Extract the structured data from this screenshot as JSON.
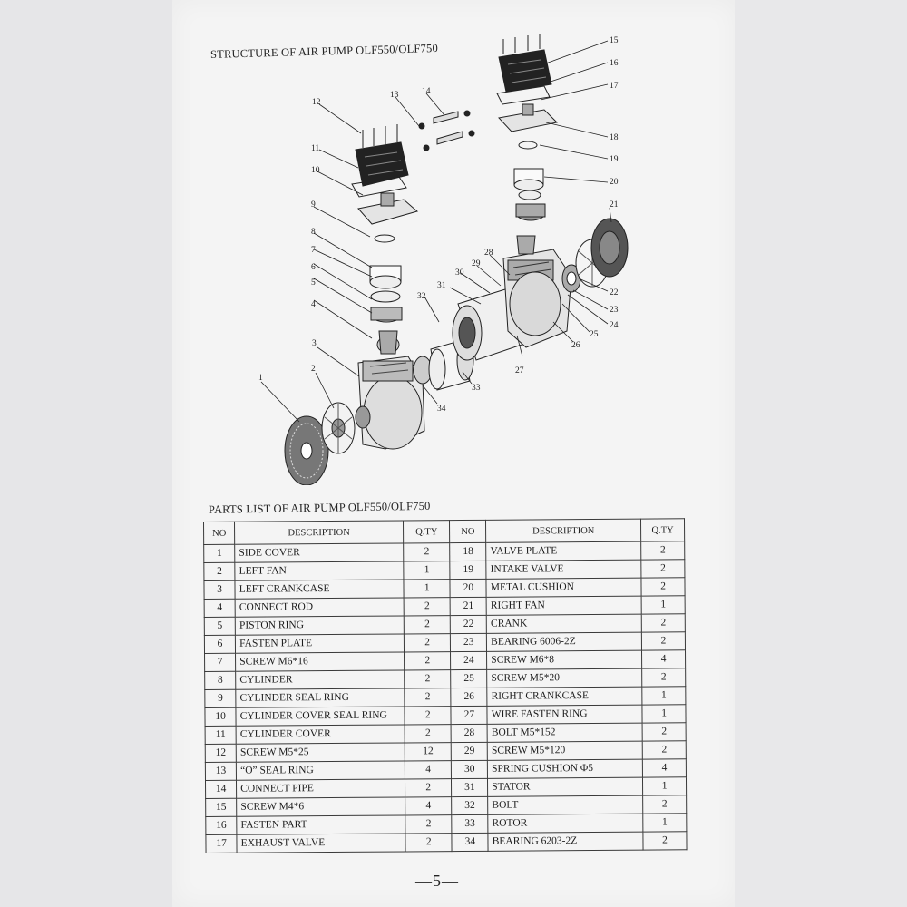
{
  "structure_title": "STRUCTURE OF AIR PUMP OLF550/OLF750",
  "parts_title": "PARTS LIST OF AIR PUMP OLF550/OLF750",
  "table": {
    "headers": [
      "NO",
      "DESCRIPTION",
      "Q.TY",
      "NO",
      "DESCRIPTION",
      "Q.TY"
    ],
    "rows": [
      {
        "no1": "1",
        "desc1": "SIDE COVER",
        "qty1": "2",
        "no2": "18",
        "desc2": "VALVE PLATE",
        "qty2": "2"
      },
      {
        "no1": "2",
        "desc1": "LEFT FAN",
        "qty1": "1",
        "no2": "19",
        "desc2": "INTAKE VALVE",
        "qty2": "2"
      },
      {
        "no1": "3",
        "desc1": "LEFT CRANKCASE",
        "qty1": "1",
        "no2": "20",
        "desc2": "METAL CUSHION",
        "qty2": "2"
      },
      {
        "no1": "4",
        "desc1": "CONNECT ROD",
        "qty1": "2",
        "no2": "21",
        "desc2": "RIGHT FAN",
        "qty2": "1"
      },
      {
        "no1": "5",
        "desc1": "PISTON RING",
        "qty1": "2",
        "no2": "22",
        "desc2": "CRANK",
        "qty2": "2"
      },
      {
        "no1": "6",
        "desc1": "FASTEN PLATE",
        "qty1": "2",
        "no2": "23",
        "desc2": "BEARING 6006-2Z",
        "qty2": "2"
      },
      {
        "no1": "7",
        "desc1": "SCREW M6*16",
        "qty1": "2",
        "no2": "24",
        "desc2": "SCREW M6*8",
        "qty2": "4"
      },
      {
        "no1": "8",
        "desc1": "CYLINDER",
        "qty1": "2",
        "no2": "25",
        "desc2": "SCREW M5*20",
        "qty2": "2"
      },
      {
        "no1": "9",
        "desc1": "CYLINDER SEAL RING",
        "qty1": "2",
        "no2": "26",
        "desc2": "RIGHT CRANKCASE",
        "qty2": "1"
      },
      {
        "no1": "10",
        "desc1": "CYLINDER COVER SEAL RING",
        "qty1": "2",
        "no2": "27",
        "desc2": "WIRE FASTEN RING",
        "qty2": "1"
      },
      {
        "no1": "11",
        "desc1": "CYLINDER COVER",
        "qty1": "2",
        "no2": "28",
        "desc2": "BOLT M5*152",
        "qty2": "2"
      },
      {
        "no1": "12",
        "desc1": "SCREW M5*25",
        "qty1": "12",
        "no2": "29",
        "desc2": "SCREW M5*120",
        "qty2": "2"
      },
      {
        "no1": "13",
        "desc1": "“O” SEAL RING",
        "qty1": "4",
        "no2": "30",
        "desc2": "SPRING CUSHION Φ5",
        "qty2": "4"
      },
      {
        "no1": "14",
        "desc1": "CONNECT PIPE",
        "qty1": "2",
        "no2": "31",
        "desc2": "STATOR",
        "qty2": "1"
      },
      {
        "no1": "15",
        "desc1": "SCREW M4*6",
        "qty1": "4",
        "no2": "32",
        "desc2": "BOLT",
        "qty2": "2"
      },
      {
        "no1": "16",
        "desc1": "FASTEN PART",
        "qty1": "2",
        "no2": "33",
        "desc2": "ROTOR",
        "qty2": "1"
      },
      {
        "no1": "17",
        "desc1": "EXHAUST VALVE",
        "qty1": "2",
        "no2": "34",
        "desc2": "BEARING 6203-2Z",
        "qty2": "2"
      }
    ]
  },
  "callouts": [
    "1",
    "2",
    "3",
    "4",
    "5",
    "6",
    "7",
    "8",
    "9",
    "10",
    "11",
    "12",
    "13",
    "14",
    "15",
    "16",
    "17",
    "18",
    "19",
    "20",
    "21",
    "22",
    "23",
    "24",
    "25",
    "26",
    "27",
    "28",
    "29",
    "30",
    "31",
    "32",
    "33",
    "34"
  ],
  "page_number": "—5—"
}
